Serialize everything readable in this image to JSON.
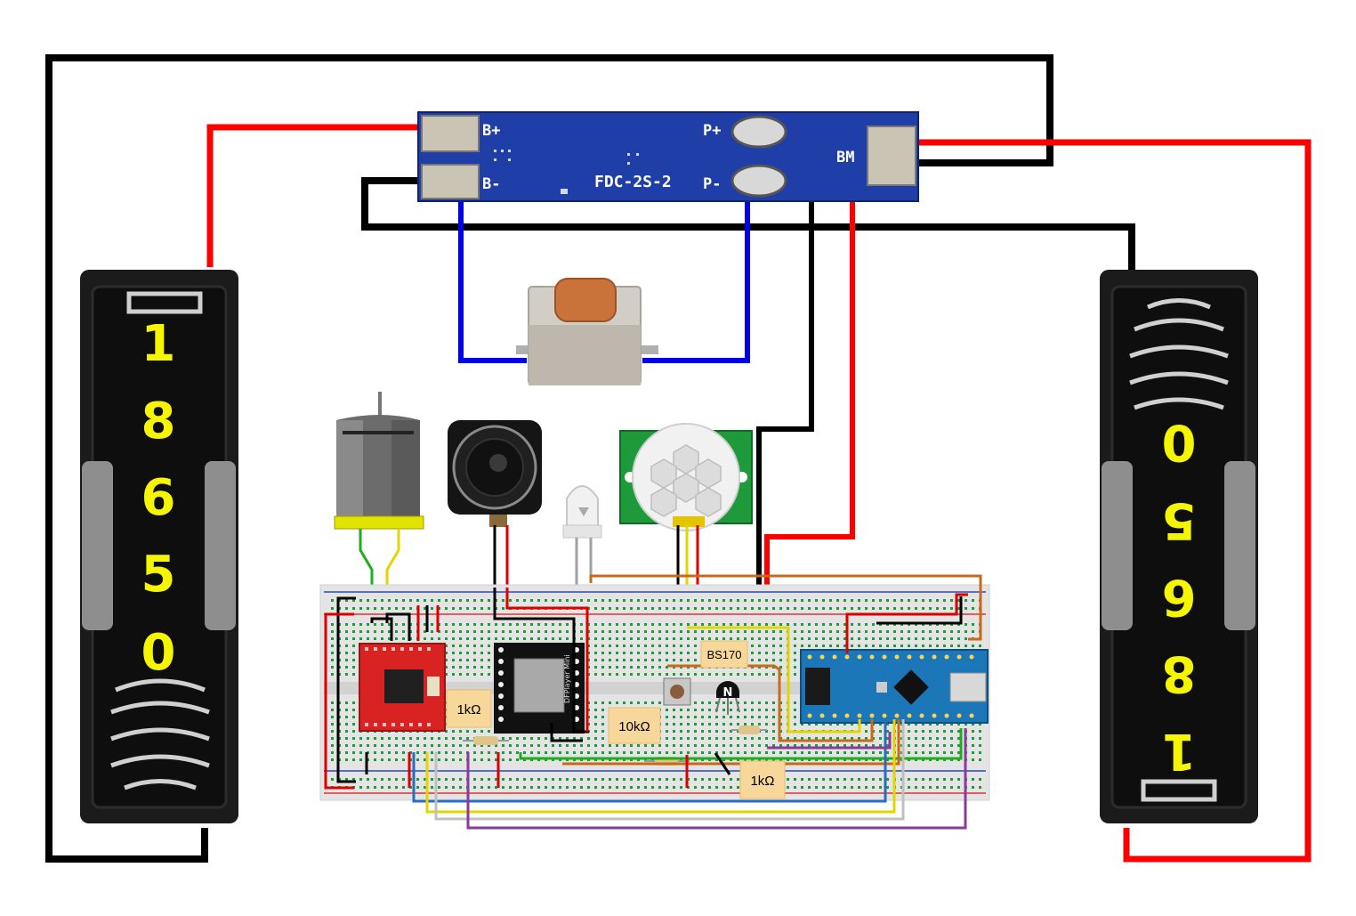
{
  "bms_board": {
    "label_b_plus": "B+",
    "label_b_minus": "B-",
    "label_p_plus": "P+",
    "label_p_minus": "P-",
    "label_bm": "BM",
    "model": "FDC-2S-2"
  },
  "battery_left": {
    "digits": [
      "1",
      "8",
      "6",
      "5",
      "0"
    ]
  },
  "battery_right": {
    "digits": [
      "0",
      "5",
      "6",
      "8",
      "1"
    ]
  },
  "breadboard": {
    "tags": {
      "r1": "1kΩ",
      "r2": "10kΩ",
      "r3": "1kΩ",
      "transistor": "BS170"
    },
    "dfplayer_label": "DFPlayer Mini",
    "transistor_letter": "N"
  },
  "colors": {
    "wire_red": "#ff0000",
    "wire_black": "#000000",
    "wire_blue": "#0000ee",
    "pcb_blue": "#1f3ea8",
    "battery_label": "#f5f500"
  }
}
